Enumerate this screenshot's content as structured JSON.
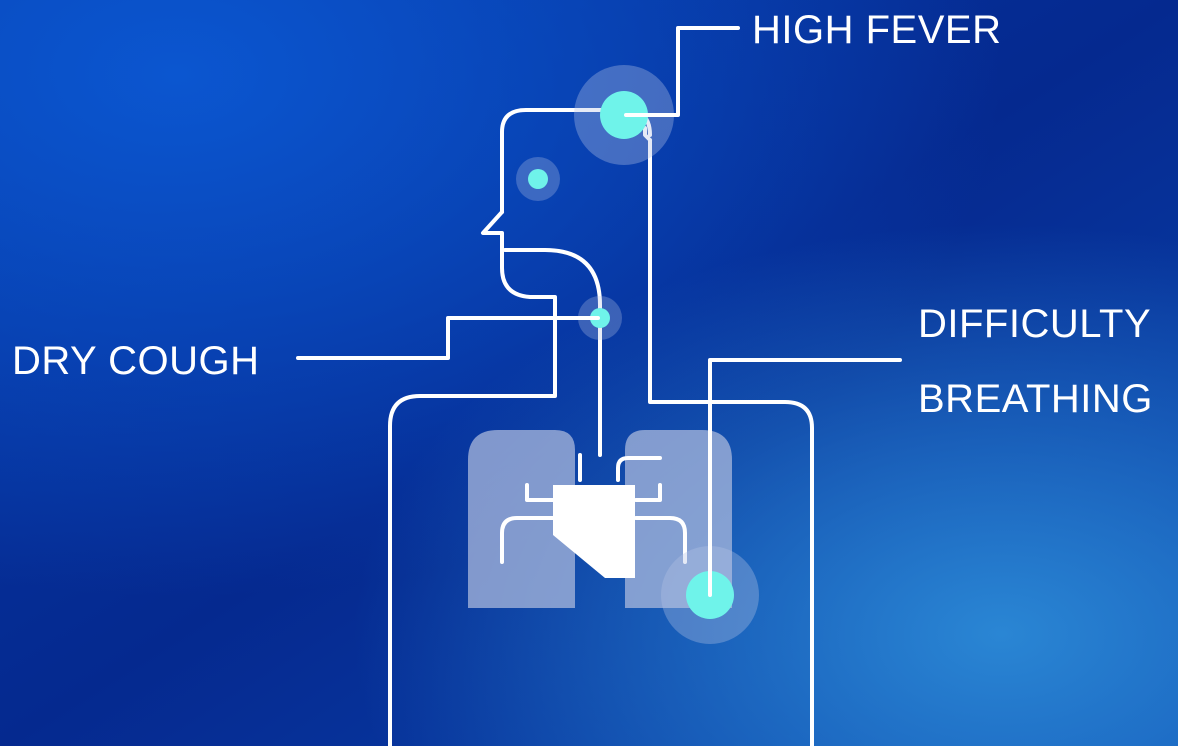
{
  "labels": {
    "high_fever": "HIGH FEVER",
    "dry_cough": "DRY COUGH",
    "difficulty_line1": "DIFFICULTY",
    "difficulty_line2": "BREATHING"
  },
  "colors": {
    "background_dark": "#04268f",
    "background_mid": "#0a3fb0",
    "background_light": "#1f7fd0",
    "outline": "#ffffff",
    "symptom_dot": "#6ff3ea",
    "halo": "#7f95c8",
    "lung_fill": "#a9b8dc"
  },
  "icons": {
    "figure": "human-respiratory-figure-icon",
    "lungs": "lungs-icon",
    "heart": "heart-icon"
  }
}
